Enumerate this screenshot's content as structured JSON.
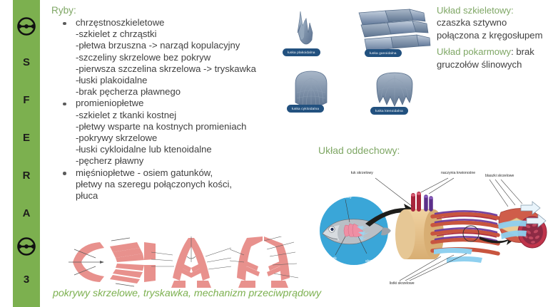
{
  "sidebar": {
    "icon_top": "circle-dots-icon",
    "icon_bottom": "circle-dots-icon",
    "letters": [
      "S",
      "F",
      "E",
      "R",
      "A"
    ],
    "number": "3",
    "color": "#7cb04f"
  },
  "main": {
    "heading": "Ryby:",
    "groups": [
      {
        "title": "chrzęstnoszkieletowe",
        "lines": [
          "-szkielet z chrząstki",
          "-płetwa brzuszna -> narząd kopulacyjny",
          "-szczeliny skrzelowe bez pokryw",
          "-pierwsza szczelina skrzelowa -> tryskawka",
          "-łuski plakoidalne",
          "-brak pęcherza pławnego"
        ]
      },
      {
        "title": "promieniopłetwe",
        "lines": [
          "-szkielet z tkanki kostnej",
          "-płetwy wsparte na kostnych promieniach",
          "-pokrywy skrzelowe",
          "-łuski cykloidalne lub ktenoidalne",
          "-pęcherz pławny"
        ]
      },
      {
        "title": "mięśniopłetwe - osiem gatunków,",
        "lines": [
          "płetwy na szeregu połączonych kości,",
          "płuca"
        ]
      }
    ]
  },
  "right": {
    "skeletal_label": "Układ szkieletowy",
    "skeletal_sep": ":",
    "skeletal_text": " czaszka sztywno połączona z kręgosłupem",
    "digestive_label": "Układ pokarmowy",
    "digestive_sep": ":",
    "digestive_text": " brak gruczołów ślinowych"
  },
  "respiratory": {
    "heading": "Układ oddechowy:",
    "labels": {
      "arch_outer": "łuk skrzelowy",
      "vessels": "naczynia krwionośne",
      "arch_inner": "łuk skrzelowy",
      "water_direction": "kierunek\nprzepływu\nwody",
      "gills": "skrzela",
      "filaments": "listki skrzelowe",
      "lamellae": "blaszki skrzelowe"
    }
  },
  "scales": {
    "items": [
      {
        "name": "placoid-scale",
        "label": "łuska plakoidalna"
      },
      {
        "name": "ganoid-scale",
        "label": "łuska ganoidalna"
      },
      {
        "name": "cycloid-scale",
        "label": "łuska cykloidalna"
      },
      {
        "name": "ctenoid-scale",
        "label": "łuska ktenoidalna"
      }
    ]
  },
  "caption": "pokrywy skrzelowe, tryskawka, mechanizm przeciwprądowy",
  "colors": {
    "rail_green": "#7cb04f",
    "heading_green": "#7fa765",
    "caption_green": "#7cb04f",
    "body_gray": "#404040",
    "pill_navy": "#22517f",
    "gill_pink": "#e8918d",
    "fish_blue": "#3aa6d8"
  }
}
